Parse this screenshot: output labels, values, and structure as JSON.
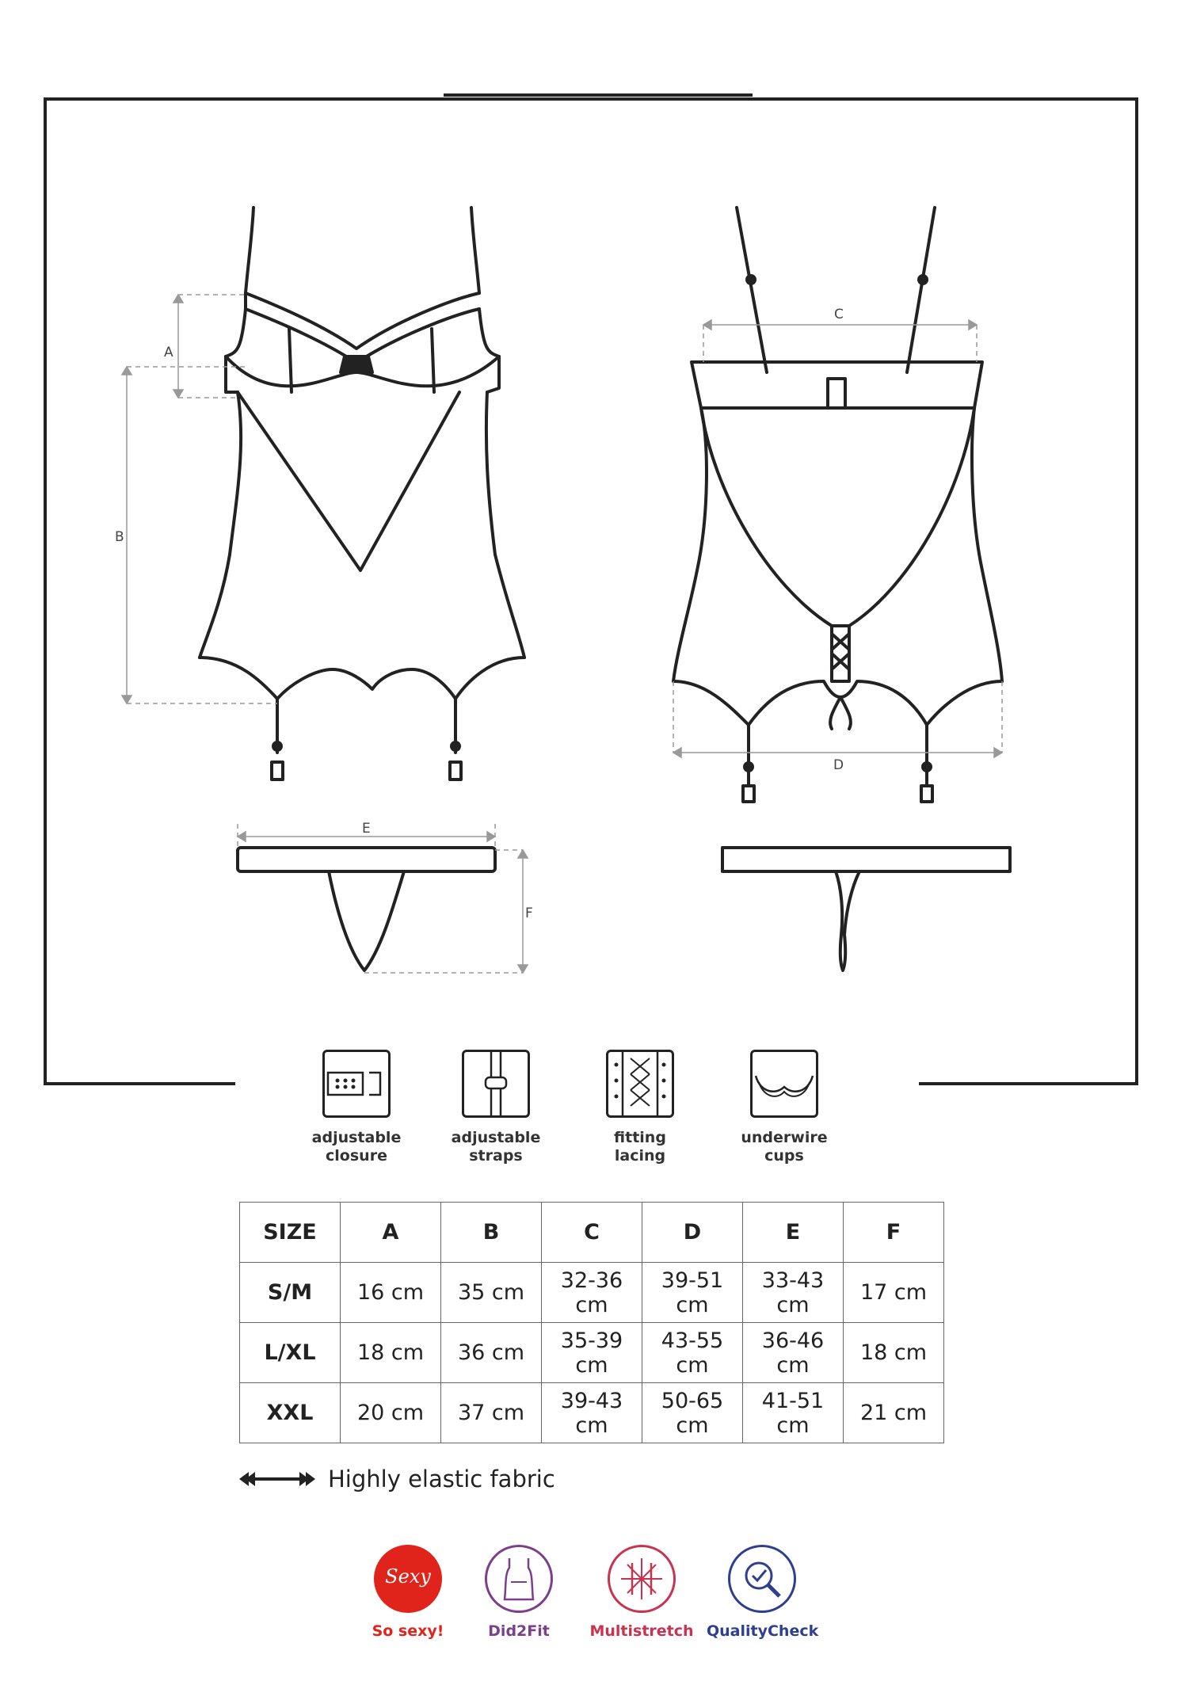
{
  "diagram": {
    "dimension_labels": [
      "A",
      "B",
      "C",
      "D",
      "E",
      "F"
    ]
  },
  "features": [
    {
      "icon": "adjustable-closure-icon",
      "line1": "adjustable",
      "line2": "closure"
    },
    {
      "icon": "adjustable-straps-icon",
      "line1": "adjustable",
      "line2": "straps"
    },
    {
      "icon": "fitting-lacing-icon",
      "line1": "fitting",
      "line2": "lacing"
    },
    {
      "icon": "underwire-cups-icon",
      "line1": "underwire",
      "line2": "cups"
    }
  ],
  "size_table": {
    "headers": [
      "SIZE",
      "A",
      "B",
      "C",
      "D",
      "E",
      "F"
    ],
    "rows": [
      [
        "S/M",
        "16 cm",
        "35 cm",
        "32-36 cm",
        "39-51 cm",
        "33-43 cm",
        "17 cm"
      ],
      [
        "L/XL",
        "18 cm",
        "36 cm",
        "35-39 cm",
        "43-55 cm",
        "36-46 cm",
        "18 cm"
      ],
      [
        "XXL",
        "20 cm",
        "37 cm",
        "39-43 cm",
        "50-65 cm",
        "41-51 cm",
        "21 cm"
      ]
    ]
  },
  "fabric_note": "Highly elastic fabric",
  "badges": [
    {
      "name": "So sexy!",
      "icon_text": "Sexy",
      "color": "#e0241b"
    },
    {
      "name": "Did2Fit",
      "color": "#7b3f8c"
    },
    {
      "name": "Multistretch",
      "color": "#c8344f"
    },
    {
      "name": "QualityCheck",
      "color": "#2e3f8f"
    }
  ]
}
